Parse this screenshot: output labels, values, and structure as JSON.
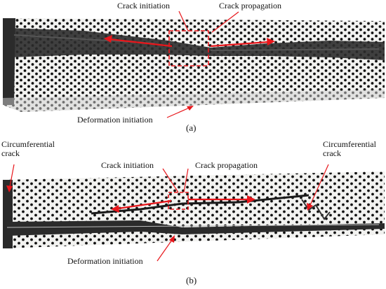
{
  "panel_a": {
    "labels": {
      "crack_initiation": "Crack initiation",
      "crack_propagation": "Crack propagation",
      "deformation_initiation": "Deformation initiation"
    },
    "caption": "(a)"
  },
  "panel_b": {
    "labels": {
      "circumferential_left": "Circumferential crack",
      "circumferential_right": "Circumferential crack",
      "crack_initiation": "Crack initiation",
      "crack_propagation": "Crack propagation",
      "deformation_initiation": "Deformation initiation"
    },
    "caption": "(b)"
  },
  "colors": {
    "annotation_red": "#e8161b",
    "specimen_white": "#f2f2f0",
    "speckle_black": "#111111",
    "fiber_dark": "#2a2a2a"
  }
}
